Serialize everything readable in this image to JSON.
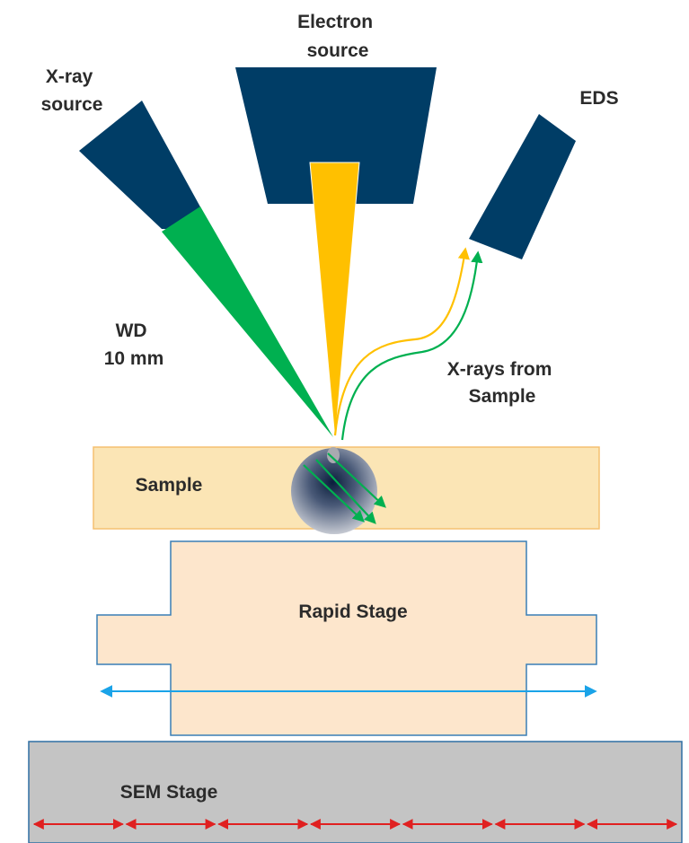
{
  "labels": {
    "electron_source": [
      "Electron",
      "source"
    ],
    "xray_source": [
      "X-ray",
      "source"
    ],
    "eds": "EDS",
    "wd": [
      "WD",
      "10 mm"
    ],
    "xrays_from_sample": [
      "X-rays from",
      "Sample"
    ],
    "sample": "Sample",
    "rapid_stage": "Rapid Stage",
    "sem_stage": "SEM Stage"
  },
  "colors": {
    "navy": "#003d66",
    "electron_beam": "#ffc000",
    "xray_beam": "#00b050",
    "sample_fill": "#fbe5b5",
    "sample_stroke": "#f5c070",
    "rapid_fill": "#fde6cc",
    "rapid_stroke": "#3a7fb5",
    "sem_fill": "#c4c4c4",
    "sem_stroke": "#2f6fa3",
    "motion_arrow": "#1aa3e8",
    "step_arrow": "#e02020"
  },
  "sem_stage_steps": 7
}
